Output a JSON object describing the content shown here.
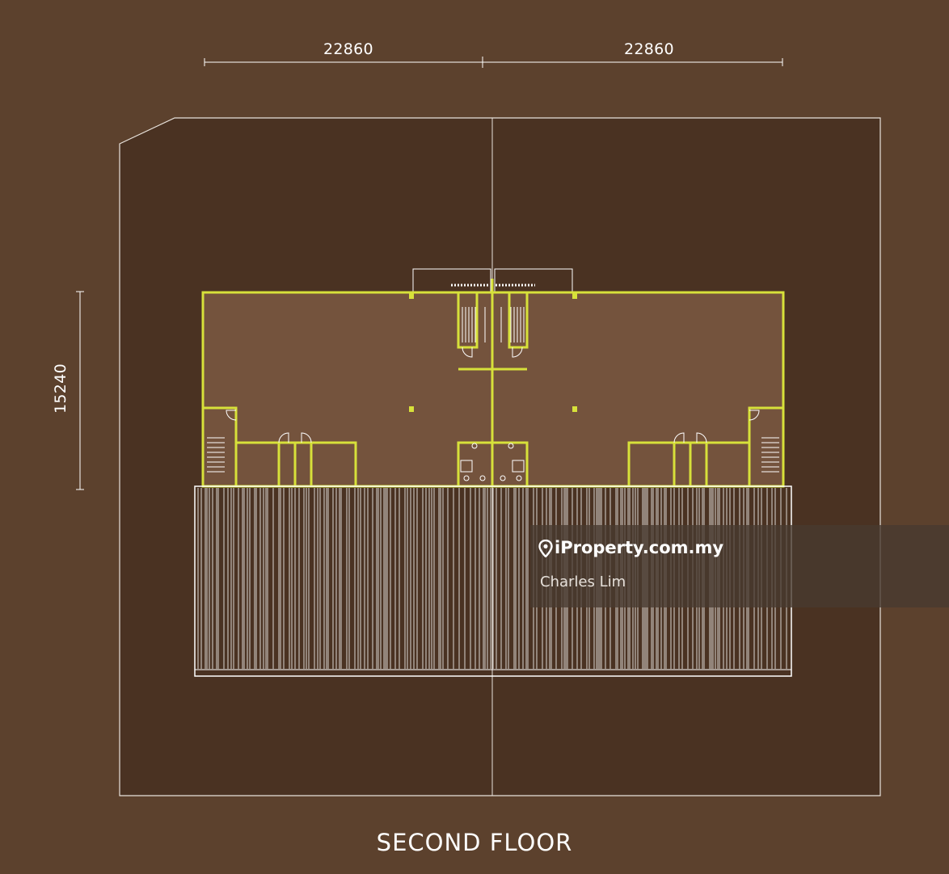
{
  "dimensions": {
    "left_width": "22860",
    "right_width": "22860",
    "depth": "15240"
  },
  "floor_title": "SECOND FLOOR",
  "watermark": {
    "brand": "iProperty.com.my",
    "agent": "Charles Lim",
    "icon": "location-pin-icon"
  },
  "colors": {
    "background": "#5c412d",
    "lot": "#4a3222",
    "floor_area": "#74533d",
    "wall": "#d7e13a",
    "line": "#ffffff"
  }
}
